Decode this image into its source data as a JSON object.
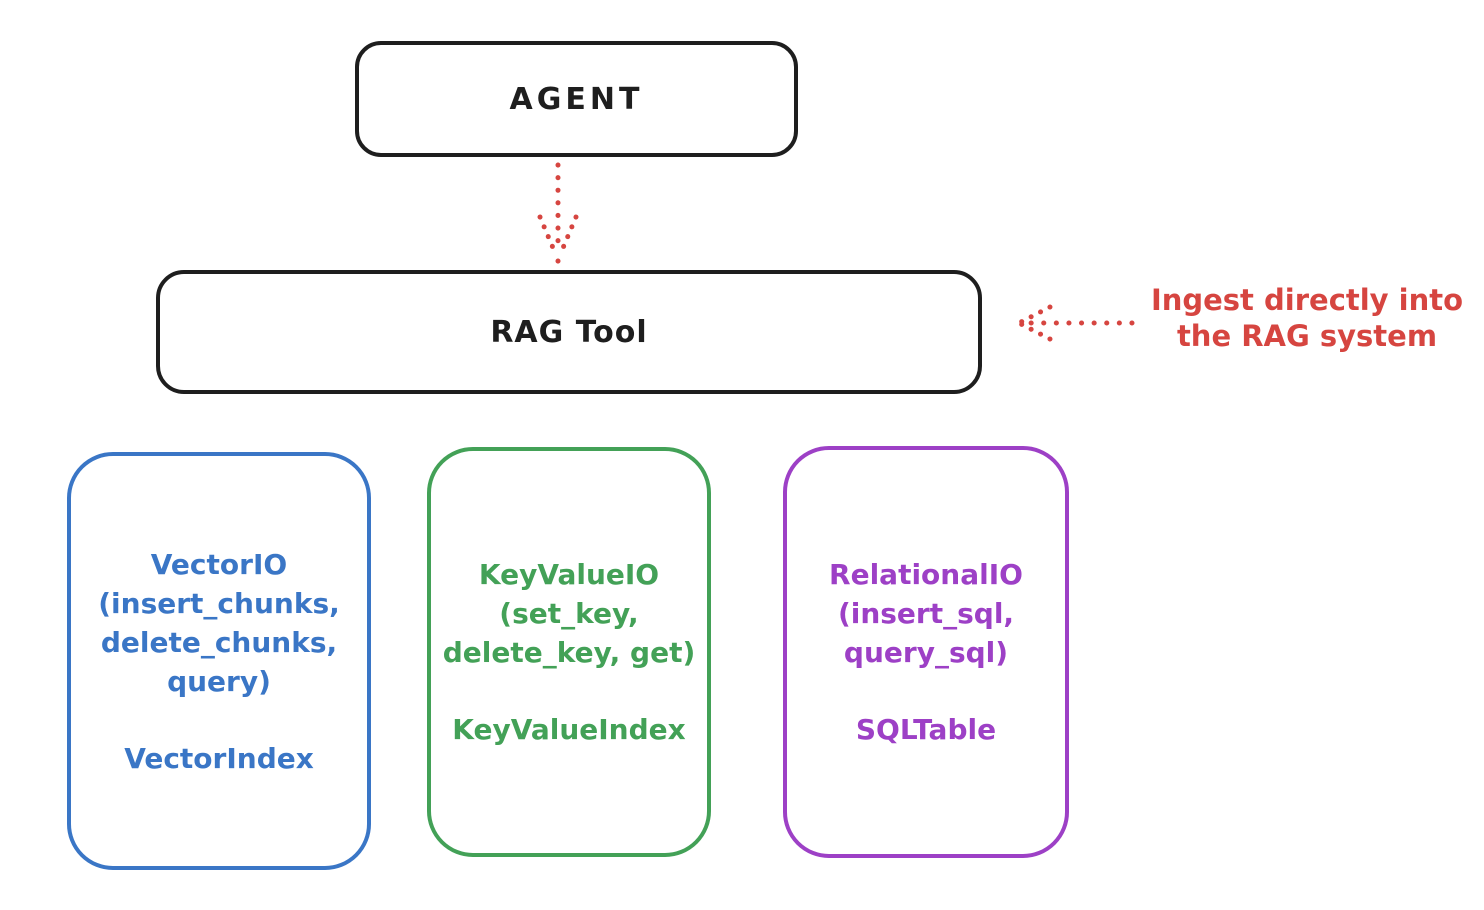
{
  "colors": {
    "ink": "#1e1e1e",
    "red": "#d64540",
    "blue": "#3a76c6",
    "green": "#43a157",
    "purple": "#9d40c6",
    "background": "#ffffff"
  },
  "agent_box": {
    "label": "AGENT"
  },
  "rag_tool_box": {
    "label": "RAG Tool"
  },
  "annotation": {
    "line1": "Ingest directly into",
    "line2": "the RAG system"
  },
  "io_boxes": [
    {
      "title": "VectorIO",
      "params": [
        "(insert_chunks,",
        "delete_chunks,",
        "query)"
      ],
      "index": "VectorIndex"
    },
    {
      "title": "KeyValueIO",
      "params": [
        "(set_key,",
        "delete_key, get)"
      ],
      "index": "KeyValueIndex"
    },
    {
      "title": "RelationalIO",
      "params": [
        "(insert_sql,",
        "query_sql)"
      ],
      "index": "SQLTable"
    }
  ]
}
